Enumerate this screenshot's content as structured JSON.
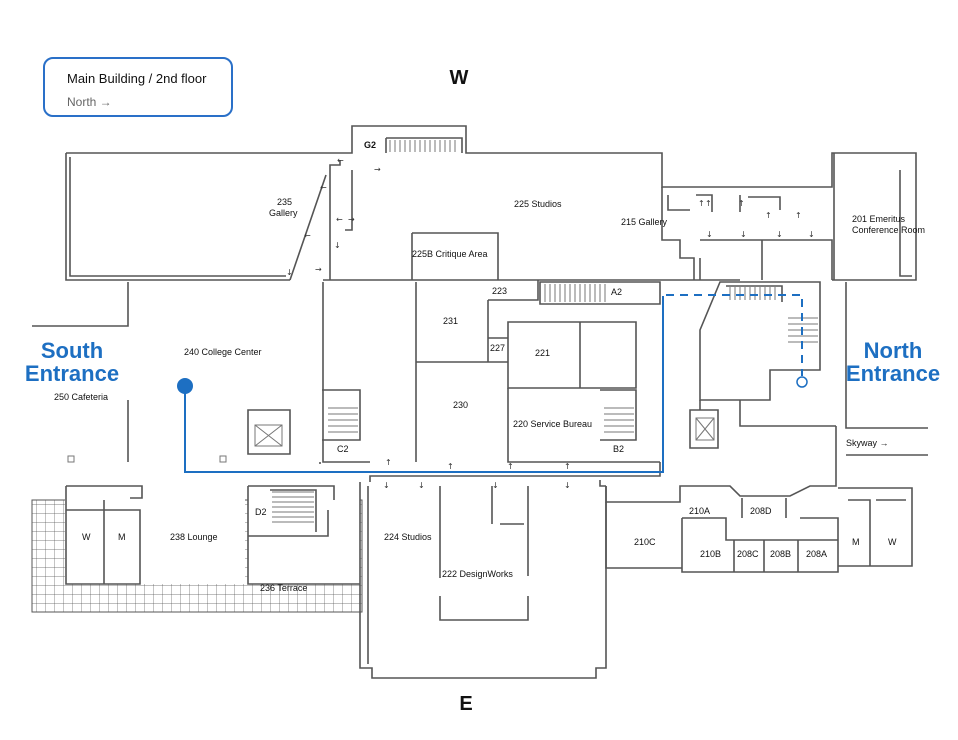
{
  "info": {
    "title": "Main Building / 2nd floor",
    "subtitle": "North →"
  },
  "directions": {
    "top": "W",
    "bottom": "E"
  },
  "entrances": {
    "south": [
      "South",
      "Entrance"
    ],
    "north": [
      "North",
      "Entrance"
    ]
  },
  "rooms": {
    "g2": "G2",
    "r235": [
      "235",
      "Gallery"
    ],
    "r225": "225 Studios",
    "r215": "215 Gallery",
    "r201": [
      "201 Emeritus",
      "Conference Room"
    ],
    "r225b": "225B Critique Area",
    "r223": "223",
    "a2": "A2",
    "r231": "231",
    "r227": "227",
    "r221": "221",
    "r240": "240 College Center",
    "r250": "250 Cafeteria",
    "r230": "230",
    "r220": "220 Service Bureau",
    "c2": "C2",
    "b2": "B2",
    "skyway": "Skyway →",
    "d2": "D2",
    "w1": "W",
    "m1": "M",
    "r238": "238 Lounge",
    "r224": "224 Studios",
    "r222": "222 DesignWorks",
    "r236": "236 Terrace",
    "r210a": "210A",
    "r208d": "208D",
    "r210c": "210C",
    "r210b": "210B",
    "r208c": "208C",
    "r208b": "208B",
    "r208a": "208A",
    "m2": "M",
    "w2": "W"
  },
  "colors": {
    "route": "#1d6fc2",
    "walls": "#555555"
  }
}
